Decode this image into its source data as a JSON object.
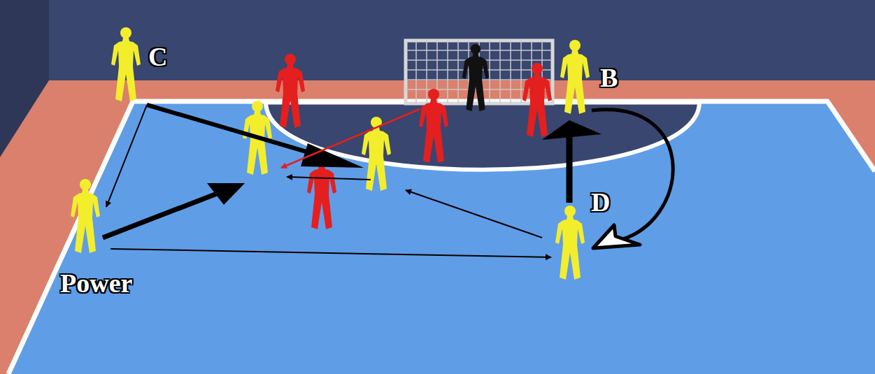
{
  "diagram": {
    "labels": [
      "C",
      "B",
      "D",
      "Power"
    ]
  }
}
